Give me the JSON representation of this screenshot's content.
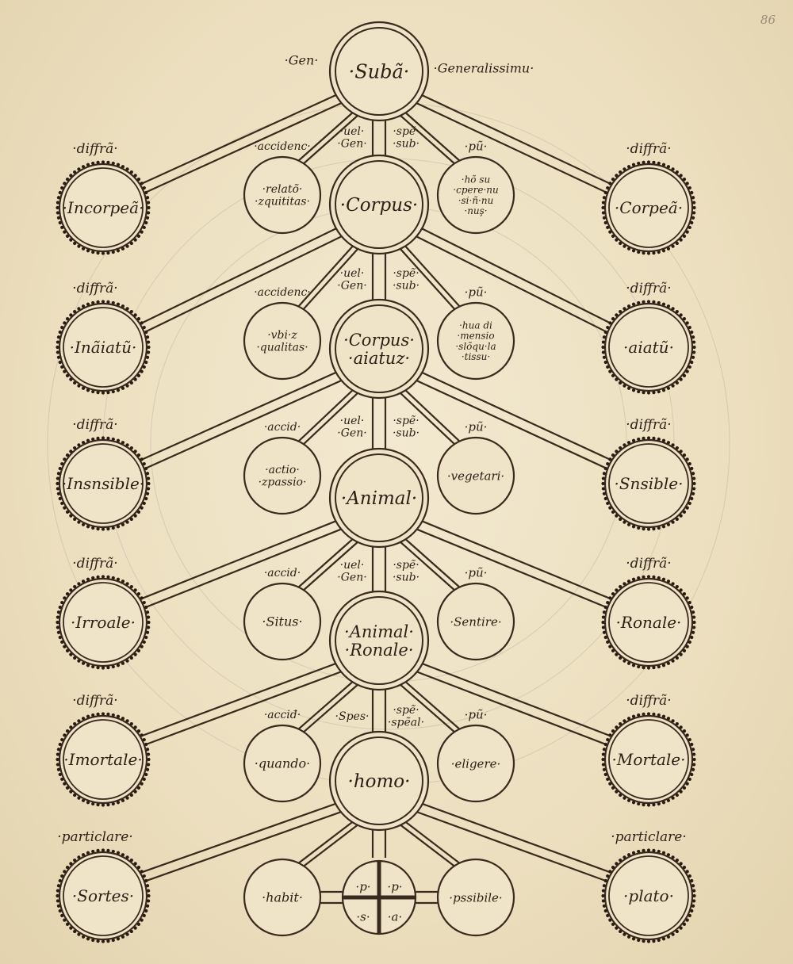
{
  "folio": "86",
  "colors": {
    "ink": "#3a2a1e",
    "parchment": "#efe3c6",
    "bead": "#2a1c12"
  },
  "top": {
    "left_label": "·Gen·",
    "center": "·Subã·",
    "right_label": "·Generalissimu·"
  },
  "trunk": [
    {
      "text": [
        "·Corpus·"
      ]
    },
    {
      "text": [
        "·Corpus·",
        "·aiatuz·"
      ]
    },
    {
      "text": [
        "·Animal·"
      ]
    },
    {
      "text": [
        "·Animal·",
        "·Ronale·"
      ]
    },
    {
      "text": [
        "·homo·"
      ]
    }
  ],
  "left_col": [
    {
      "label": "·diffrã·",
      "text": "·Incorpeã·"
    },
    {
      "label": "·diffrã·",
      "text": "·Inãiatũ·"
    },
    {
      "label": "·diffrã·",
      "text": "·Insnsible·"
    },
    {
      "label": "·diffrã·",
      "text": "·Irroale·"
    },
    {
      "label": "·diffrã·",
      "text": "·Imortale·"
    },
    {
      "label": "·particlare·",
      "text": "·Sortes·"
    }
  ],
  "right_col": [
    {
      "label": "·diffrã·",
      "text": "·Corpeã·"
    },
    {
      "label": "·diffrã·",
      "text": "·aiatũ·"
    },
    {
      "label": "·diffrã·",
      "text": "·Snsible·"
    },
    {
      "label": "·diffrã·",
      "text": "·Ronale·"
    },
    {
      "label": "·diffrã·",
      "text": "·Mortale·"
    },
    {
      "label": "·particlare·",
      "text": "·plato·"
    }
  ],
  "inner_left": [
    {
      "label": "·accidenc·",
      "text": [
        "·relatõ·",
        "·zquititas·"
      ]
    },
    {
      "label": "·accidenc·",
      "text": [
        "·vbi·z",
        "·qualitas·"
      ]
    },
    {
      "label": "·accid·",
      "text": [
        "·actio·",
        "·zpassio·"
      ]
    },
    {
      "label": "·accid·",
      "text": [
        "·Situs·"
      ]
    },
    {
      "label": "·acciđ·",
      "text": [
        "·quando·"
      ]
    },
    {
      "label": "",
      "text": [
        "·habit·"
      ]
    }
  ],
  "inner_right": [
    {
      "label": "·pũ·",
      "text": [
        "·hõ su",
        "·cpere·nu",
        "·si·ñ·nu",
        "·nuş·"
      ]
    },
    {
      "label": "·pũ·",
      "text": [
        "·hua di",
        "·mensio",
        "·slõqu·la",
        "·tissu·"
      ]
    },
    {
      "label": "·pũ·",
      "text": [
        "·vegetari·"
      ]
    },
    {
      "label": "·pũ·",
      "text": [
        "·Sentire·"
      ]
    },
    {
      "label": "·pũ·",
      "text": [
        "·eligere·"
      ]
    },
    {
      "label": "",
      "text": [
        "·pssibile·"
      ]
    }
  ],
  "link_left": [
    [
      "·uel·",
      "·Gen·"
    ],
    [
      "·uel·",
      "·Gen·"
    ],
    [
      "·uel·",
      "·Gen·"
    ],
    [
      "·uel·",
      "·Gen·"
    ],
    [
      "·Spes·"
    ]
  ],
  "link_right": [
    [
      "·spẽ·",
      "·sub·"
    ],
    [
      "·spẽ·",
      "·sub·"
    ],
    [
      "·spẽ·",
      "·sub·"
    ],
    [
      "·spẽ·",
      "·sub·"
    ],
    [
      "·spẽ·",
      "·spẽal·"
    ]
  ],
  "cross": [
    "·p·",
    "·p·",
    "·s·",
    "·a·"
  ]
}
